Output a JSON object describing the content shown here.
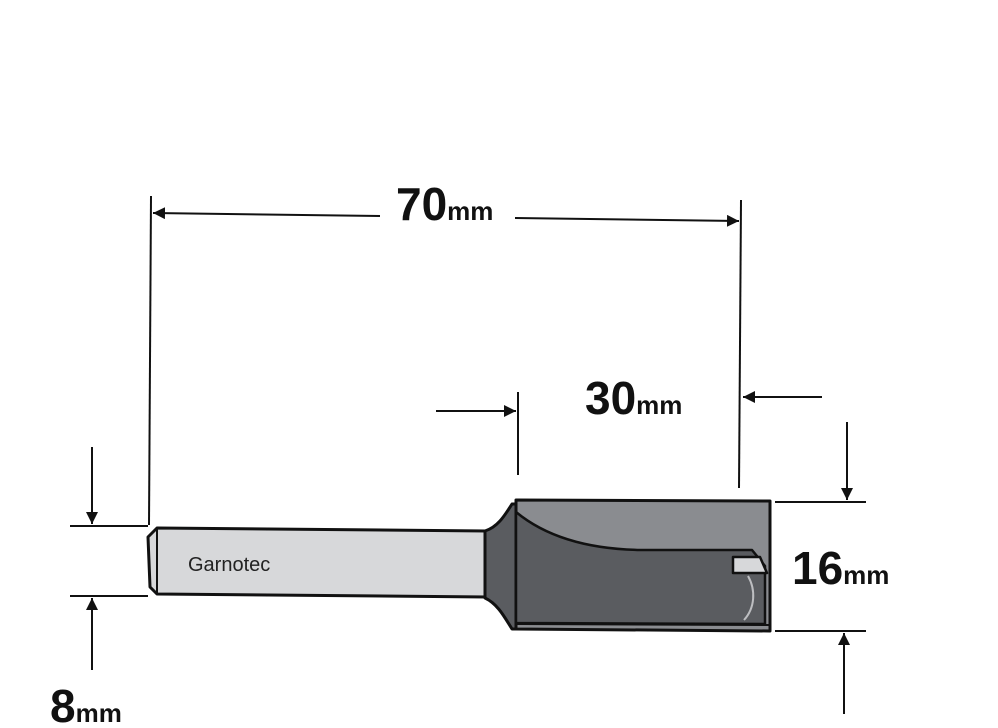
{
  "brand_label": "Garnotec",
  "dimensions": {
    "total_length": {
      "value": "70",
      "unit": "mm"
    },
    "cutting_length": {
      "value": "30",
      "unit": "mm"
    },
    "cutting_diameter": {
      "value": "16",
      "unit": "mm"
    },
    "shank_diameter": {
      "value": "8",
      "unit": "mm"
    }
  },
  "colors": {
    "line": "#111111",
    "shank": "#d7d8da",
    "cutter_light": "#8a8c90",
    "cutter_dark": "#5a5c60"
  }
}
